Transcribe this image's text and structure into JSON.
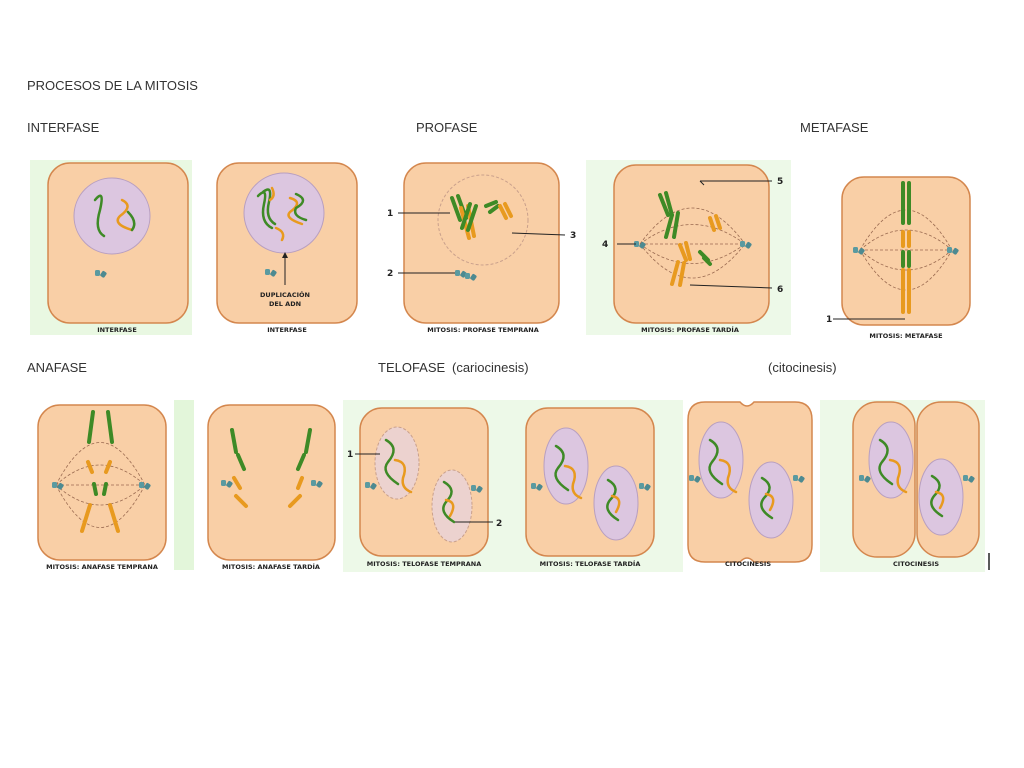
{
  "page": {
    "title": "PROCESOS DE LA MITOSIS"
  },
  "headers": {
    "interfase": "INTERFASE",
    "profase": "PROFASE",
    "metafase": "METAFASE",
    "anafase": "ANAFASE",
    "telofase": "TELOFASE",
    "cariocinesis": "(cariocinesis)",
    "citocinesis": "(citocinesis)"
  },
  "captions": {
    "c1": "INTERFASE",
    "c2": "INTERFASE",
    "c2_note_line1": "DUPLICACIÓN",
    "c2_note_line2": "DEL ADN",
    "c3": "MITOSIS: PROFASE TEMPRANA",
    "c4": "MITOSIS: PROFASE TARDÍA",
    "c5": "MITOSIS: METAFASE",
    "c6": "MITOSIS: ANAFASE TEMPRANA",
    "c7": "MITOSIS: ANAFASE TARDÍA",
    "c8": "MITOSIS: TELOFASE TEMPRANA",
    "c9": "MITOSIS: TELOFASE TARDÍA",
    "c10": "CITOCINESIS",
    "c11": "CITOCINESIS"
  },
  "labels": {
    "p1": "1",
    "p2": "2",
    "p3": "3",
    "t4": "4",
    "t5": "5",
    "t6": "6",
    "m1": "1",
    "tel1": "1",
    "tel2": "2"
  },
  "colors": {
    "cell_fill": "#f9cfa6",
    "cell_stroke": "#d4874e",
    "nucleus_fill": "#dcc6e0",
    "chrom_green": "#3e8a26",
    "chrom_orange": "#e89a1f",
    "centriole": "#5a9aa0",
    "panel_bg": "#e9f8e2"
  }
}
